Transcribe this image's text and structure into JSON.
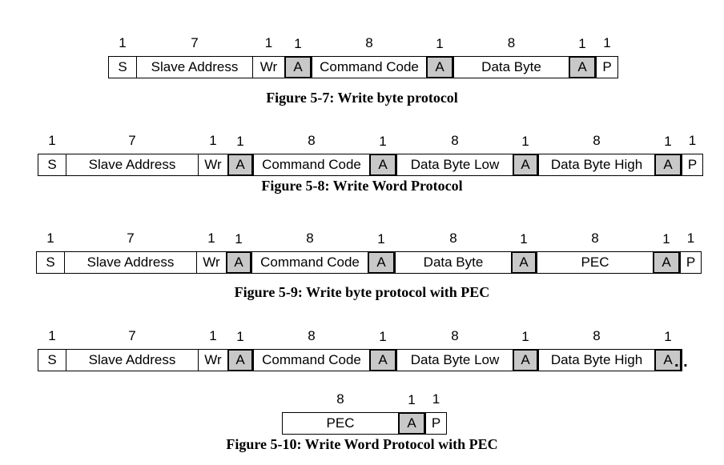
{
  "fig7": {
    "caption": "Figure 5-7: Write byte protocol",
    "fields": [
      {
        "label": "S",
        "bits": "1",
        "ack": false
      },
      {
        "label": "Slave Address",
        "bits": "7",
        "ack": false
      },
      {
        "label": "Wr",
        "bits": "1",
        "ack": false
      },
      {
        "label": "A",
        "bits": "1",
        "ack": true
      },
      {
        "label": "Command Code",
        "bits": "8",
        "ack": false
      },
      {
        "label": "A",
        "bits": "1",
        "ack": true
      },
      {
        "label": "Data Byte",
        "bits": "8",
        "ack": false
      },
      {
        "label": "A",
        "bits": "1",
        "ack": true
      },
      {
        "label": "P",
        "bits": "1",
        "ack": false
      }
    ]
  },
  "fig8": {
    "caption": "Figure 5-8: Write Word Protocol",
    "fields": [
      {
        "label": "S",
        "bits": "1",
        "ack": false
      },
      {
        "label": "Slave Address",
        "bits": "7",
        "ack": false
      },
      {
        "label": "Wr",
        "bits": "1",
        "ack": false
      },
      {
        "label": "A",
        "bits": "1",
        "ack": true
      },
      {
        "label": "Command Code",
        "bits": "8",
        "ack": false
      },
      {
        "label": "A",
        "bits": "1",
        "ack": true
      },
      {
        "label": "Data Byte Low",
        "bits": "8",
        "ack": false
      },
      {
        "label": "A",
        "bits": "1",
        "ack": true
      },
      {
        "label": "Data Byte High",
        "bits": "8",
        "ack": false
      },
      {
        "label": "A",
        "bits": "1",
        "ack": true
      },
      {
        "label": "P",
        "bits": "1",
        "ack": false
      }
    ]
  },
  "fig9": {
    "caption": "Figure 5-9: Write byte protocol with PEC",
    "fields": [
      {
        "label": "S",
        "bits": "1",
        "ack": false
      },
      {
        "label": "Slave Address",
        "bits": "7",
        "ack": false
      },
      {
        "label": "Wr",
        "bits": "1",
        "ack": false
      },
      {
        "label": "A",
        "bits": "1",
        "ack": true
      },
      {
        "label": "Command Code",
        "bits": "8",
        "ack": false
      },
      {
        "label": "A",
        "bits": "1",
        "ack": true
      },
      {
        "label": "Data Byte",
        "bits": "8",
        "ack": false
      },
      {
        "label": "A",
        "bits": "1",
        "ack": true
      },
      {
        "label": "PEC",
        "bits": "8",
        "ack": false
      },
      {
        "label": "A",
        "bits": "1",
        "ack": true
      },
      {
        "label": "P",
        "bits": "1",
        "ack": false
      }
    ]
  },
  "fig10": {
    "caption": "Figure 5-10:  Write Word Protocol with PEC",
    "continuation": "...",
    "fields": [
      {
        "label": "S",
        "bits": "1",
        "ack": false
      },
      {
        "label": "Slave Address",
        "bits": "7",
        "ack": false
      },
      {
        "label": "Wr",
        "bits": "1",
        "ack": false
      },
      {
        "label": "A",
        "bits": "1",
        "ack": true
      },
      {
        "label": "Command Code",
        "bits": "8",
        "ack": false
      },
      {
        "label": "A",
        "bits": "1",
        "ack": true
      },
      {
        "label": "Data Byte Low",
        "bits": "8",
        "ack": false
      },
      {
        "label": "A",
        "bits": "1",
        "ack": true
      },
      {
        "label": "Data Byte High",
        "bits": "8",
        "ack": false
      },
      {
        "label": "A",
        "bits": "1",
        "ack": true
      }
    ],
    "fields2": [
      {
        "label": "PEC",
        "bits": "8",
        "ack": false
      },
      {
        "label": "A",
        "bits": "1",
        "ack": true
      },
      {
        "label": "P",
        "bits": "1",
        "ack": false
      }
    ]
  }
}
